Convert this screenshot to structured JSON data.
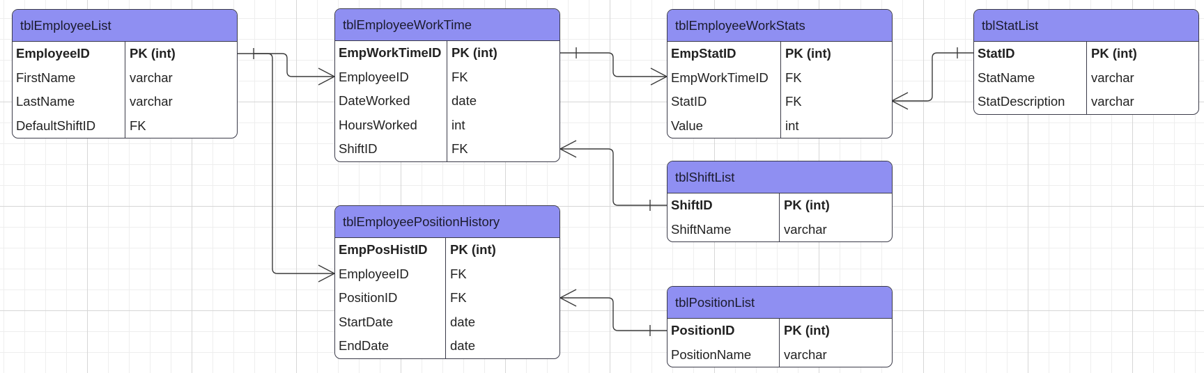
{
  "entities": {
    "employee_list": {
      "title": "tblEmployeeList",
      "rows": [
        {
          "name": "EmployeeID",
          "type": "PK (int)"
        },
        {
          "name": "FirstName",
          "type": "varchar"
        },
        {
          "name": "LastName",
          "type": "varchar"
        },
        {
          "name": "DefaultShiftID",
          "type": "FK"
        }
      ]
    },
    "employee_work_time": {
      "title": "tblEmployeeWorkTime",
      "rows": [
        {
          "name": "EmpWorkTimeID",
          "type": "PK (int)"
        },
        {
          "name": "EmployeeID",
          "type": "FK"
        },
        {
          "name": "DateWorked",
          "type": "date"
        },
        {
          "name": "HoursWorked",
          "type": "int"
        },
        {
          "name": "ShiftID",
          "type": "FK"
        }
      ]
    },
    "employee_work_stats": {
      "title": "tblEmployeeWorkStats",
      "rows": [
        {
          "name": "EmpStatID",
          "type": "PK (int)"
        },
        {
          "name": "EmpWorkTimeID",
          "type": "FK"
        },
        {
          "name": "StatID",
          "type": "FK"
        },
        {
          "name": "Value",
          "type": "int"
        }
      ]
    },
    "stat_list": {
      "title": "tblStatList",
      "rows": [
        {
          "name": "StatID",
          "type": "PK (int)"
        },
        {
          "name": "StatName",
          "type": "varchar"
        },
        {
          "name": "StatDescription",
          "type": "varchar"
        }
      ]
    },
    "shift_list": {
      "title": "tblShiftList",
      "rows": [
        {
          "name": "ShiftID",
          "type": "PK (int)"
        },
        {
          "name": "ShiftName",
          "type": "varchar"
        }
      ]
    },
    "employee_position_history": {
      "title": "tblEmployeePositionHistory",
      "rows": [
        {
          "name": "EmpPosHistID",
          "type": "PK (int)"
        },
        {
          "name": "EmployeeID",
          "type": "FK"
        },
        {
          "name": "PositionID",
          "type": "FK"
        },
        {
          "name": "StartDate",
          "type": "date"
        },
        {
          "name": "EndDate",
          "type": "date"
        }
      ]
    },
    "position_list": {
      "title": "tblPositionList",
      "rows": [
        {
          "name": "PositionID",
          "type": "PK (int)"
        },
        {
          "name": "PositionName",
          "type": "varchar"
        }
      ]
    }
  },
  "colors": {
    "header_fill": "#8f8ff2",
    "border": "#3a3a48",
    "connector": "#3a3a3a"
  }
}
